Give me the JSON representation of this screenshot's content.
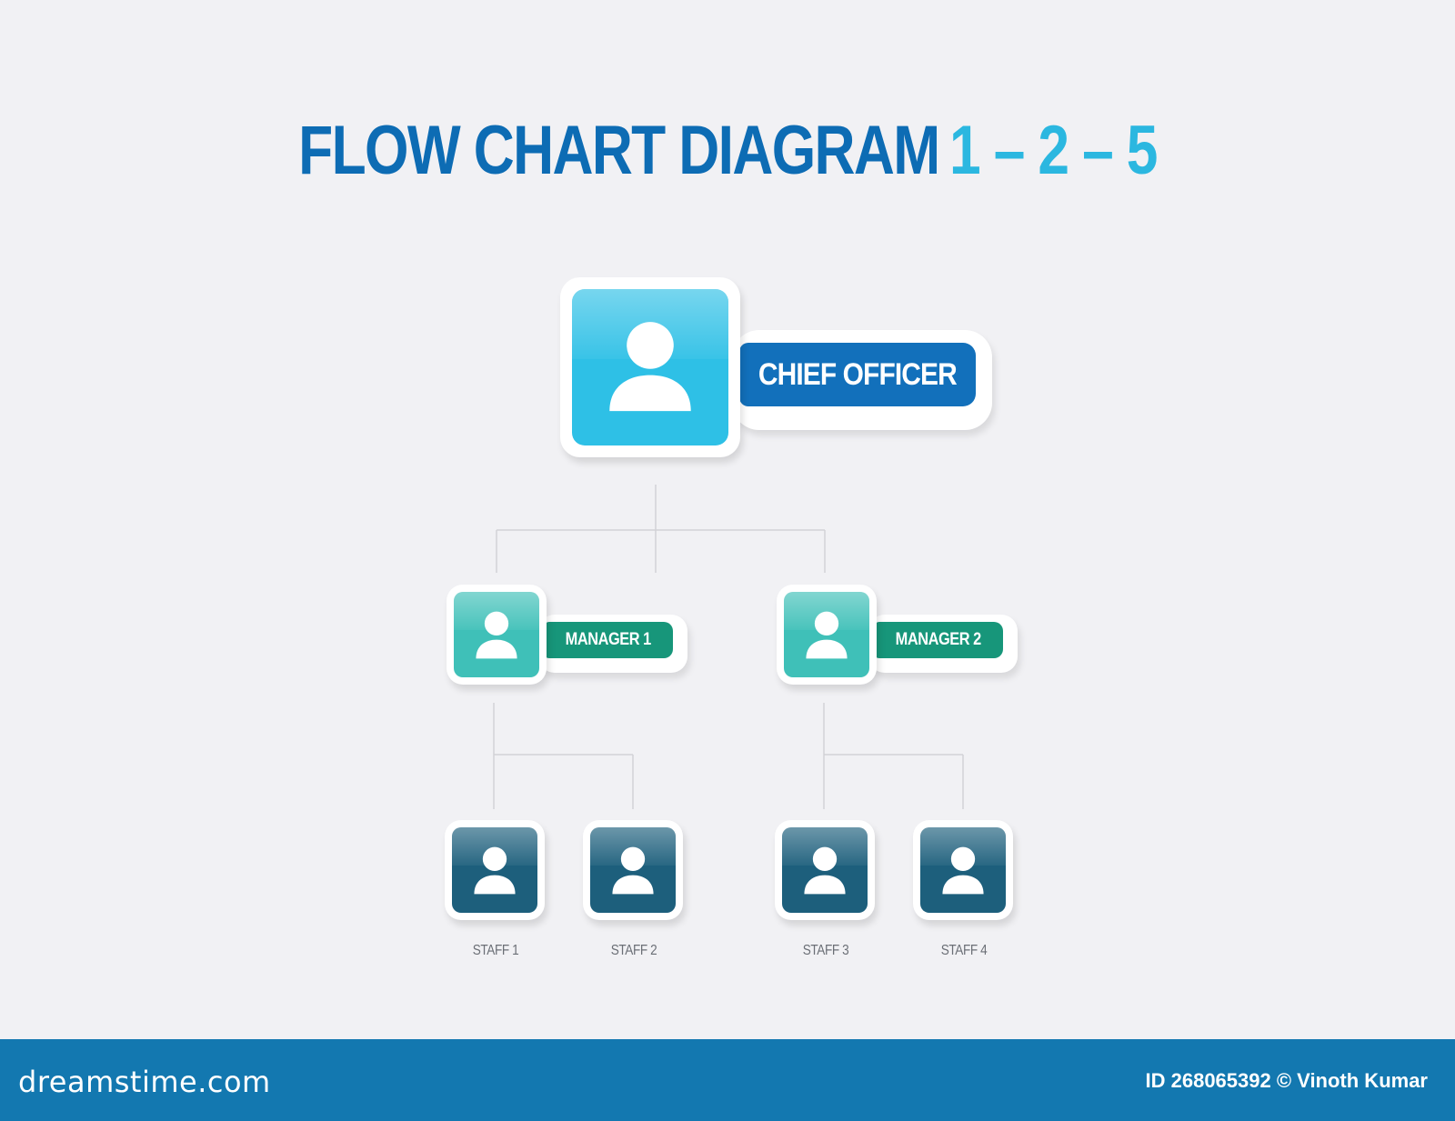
{
  "title": {
    "main": "FLOW CHART DIAGRAM",
    "numbers": "1 – 2 – 5"
  },
  "colors": {
    "title_main": "#0d6cb4",
    "title_numbers": "#2bb7e0",
    "chief_tile": "#2ec0e6",
    "chief_label_bg": "#1270bb",
    "manager_tile": "#3fc0b8",
    "manager_label_bg": "#17967a",
    "staff_tile": "#1d5f7c",
    "connector": "#d2d2d6",
    "footer_bg": "#1378b0"
  },
  "org": {
    "chief": {
      "label": "CHIEF OFFICER"
    },
    "managers": [
      {
        "label": "MANAGER 1"
      },
      {
        "label": "MANAGER 2"
      }
    ],
    "staff": [
      {
        "label": "STAFF 1"
      },
      {
        "label": "STAFF 2"
      },
      {
        "label": "STAFF 3"
      },
      {
        "label": "STAFF 4"
      }
    ]
  },
  "icons": {
    "person": "person-icon"
  },
  "footer": {
    "brand": "dreamstime.com",
    "credit": "ID 268065392 © Vinoth Kumar"
  }
}
